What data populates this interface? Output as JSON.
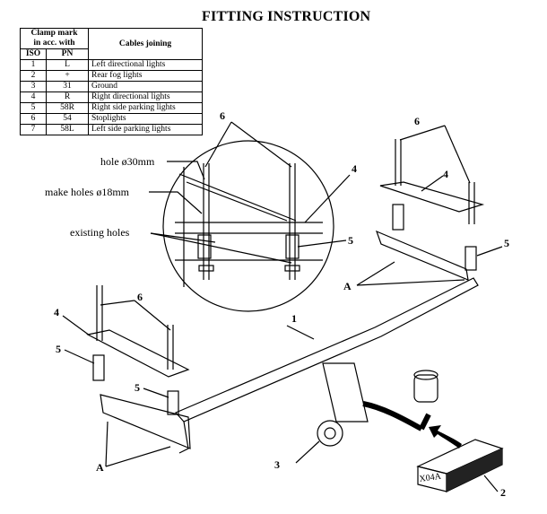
{
  "title": "FITTING INSTRUCTION",
  "table": {
    "header_clamp": [
      "Clamp mark",
      "in acc. with"
    ],
    "header_iso": "ISO",
    "header_pn": "PN",
    "header_cables": "Cables joining",
    "rows": [
      {
        "iso": "1",
        "pn": "L",
        "desc": "Left directional lights"
      },
      {
        "iso": "2",
        "pn": "+",
        "desc": "Rear fog lights"
      },
      {
        "iso": "3",
        "pn": "31",
        "desc": "Ground"
      },
      {
        "iso": "4",
        "pn": "R",
        "desc": "Right directional lights"
      },
      {
        "iso": "5",
        "pn": "58R",
        "desc": "Right side parking lights"
      },
      {
        "iso": "6",
        "pn": "54",
        "desc": "Stoplights"
      },
      {
        "iso": "7",
        "pn": "58L",
        "desc": "Left side parking lights"
      }
    ]
  },
  "callouts": {
    "hole": "hole ø30mm",
    "make_holes": "make holes ø18mm",
    "existing": "existing holes"
  },
  "part_numbers": {
    "p1": "1",
    "p2": "2",
    "p3": "3",
    "p4": "4",
    "p5": "5",
    "p6": "6",
    "a": "A"
  },
  "box_label": "X04A"
}
